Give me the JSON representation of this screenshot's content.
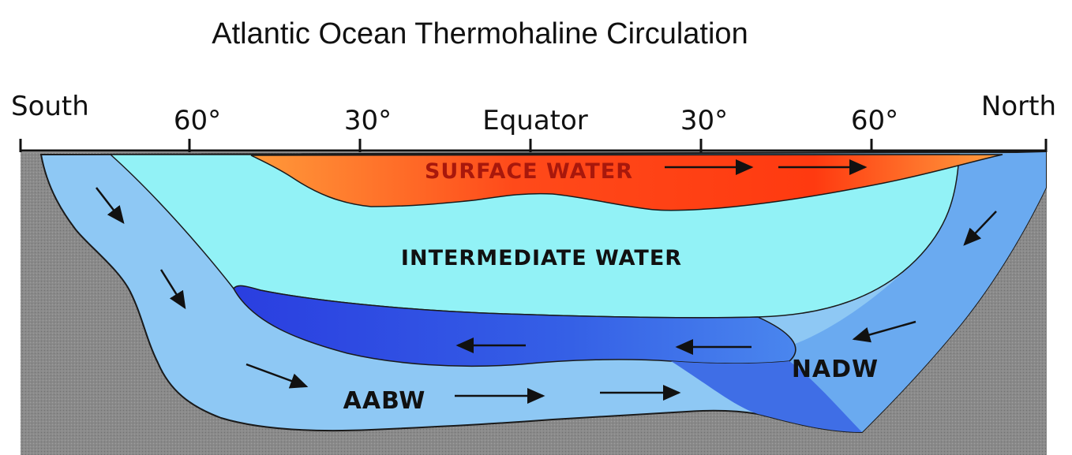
{
  "title": "Atlantic Ocean Thermohaline Circulation",
  "axis": {
    "south": "South",
    "lat60_s": "60°",
    "lat30_s": "30°",
    "equator": "Equator",
    "lat30_n": "30°",
    "lat60_n": "60°",
    "north": "North"
  },
  "water_masses": {
    "surface": "SURFACE WATER",
    "intermediate": "INTERMEDIATE WATER",
    "nadw": "NADW",
    "aabw": "AABW"
  },
  "colors": {
    "seafloor": "#8c8c8c",
    "surface_water": "#ff5a1e",
    "surface_edge": "#ffa040",
    "intermediate_water": "#90f2f6",
    "nadw_water": "#6aaef0",
    "aabw_water": "#8cc6f4",
    "deep_core": "#2f52e0",
    "surface_text": "#b41e10",
    "text_dark": "#111111"
  }
}
